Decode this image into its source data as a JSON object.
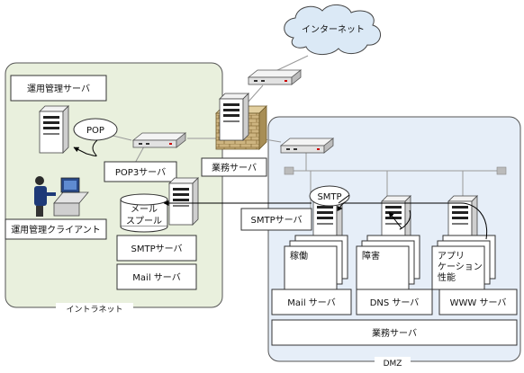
{
  "zones": {
    "intranet_label": "イントラネット",
    "dmz_label": "DMZ"
  },
  "cloud": {
    "label": "インターネット"
  },
  "intranet": {
    "ops_server_label": "運用管理サーバ",
    "ops_client_label": "運用管理クライアント",
    "pop_label": "POP",
    "pop3_server_label": "POP3サーバ",
    "mail_spool_line1": "メール",
    "mail_spool_line2": "スプール",
    "smtp_server_label": "SMTPサーバ",
    "mail_server_label": "Mail サーバ"
  },
  "center": {
    "business_server_label": "業務サーバ"
  },
  "dmz": {
    "smtp_label": "SMTP",
    "smtp_server_label": "SMTPサーバ",
    "stack_operation_label": "稼働",
    "stack_fault_label": "障害",
    "stack_app_perf_line1": "アプリ",
    "stack_app_perf_line2": "ケーション",
    "stack_app_perf_line3": "性能",
    "mail_server_label": "Mail サーバ",
    "dns_server_label": "DNS サーバ",
    "www_server_label": "WWW サーバ",
    "business_server_label": "業務サーバ"
  },
  "colors": {
    "intranet_bg": "#e9f0dd",
    "dmz_bg": "#e6eef8",
    "cloud_bg": "#dbe9f6",
    "firewall": "#cdb480"
  }
}
